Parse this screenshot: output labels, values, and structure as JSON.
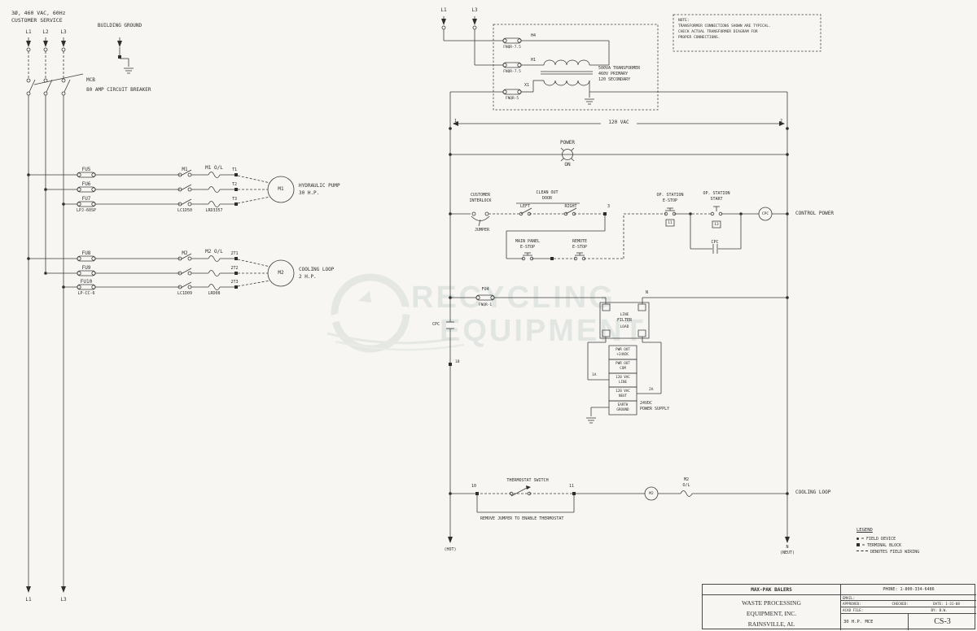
{
  "svc1": "3Ø, 460 VAC, 60Hz",
  "svc2": "CUSTOMER SERVICE",
  "L": [
    "L1",
    "L2",
    "L3"
  ],
  "Lb": [
    "L1",
    "L3"
  ],
  "bg": "BUILDING GROUND",
  "mcb1": "MCB",
  "mcb2": "80 AMP CIRCUIT BREAKER",
  "m1": {
    "f": [
      "FU5",
      "FU6",
      "FU7"
    ],
    "fp": "LPJ-60SP",
    "c": "M1",
    "cp": "LC1D50",
    "o": "M1 O/L",
    "op": "LRD3357",
    "t": [
      "T1",
      "T2",
      "T3"
    ],
    "m": "M1",
    "d1": "HYDRAULIC PUMP",
    "d2": "30 H.P."
  },
  "m2": {
    "f": [
      "FU8",
      "FU9",
      "FU10"
    ],
    "fp": "LP-CC-6",
    "c": "M2",
    "cp": "LC1D09",
    "o": "M2 O/L",
    "op": "LRD08",
    "t": [
      "2T1",
      "2T2",
      "2T3"
    ],
    "m": "M2",
    "d1": "COOLING LOOP",
    "d2": "2 H.P."
  },
  "x": {
    "L1": "L1",
    "L3": "L3",
    "f1": "FNQR-7.5",
    "f2": "FNQR-7.5",
    "f3": "FNQR-5",
    "h4": "H4",
    "h1": "H1",
    "x1": "X1",
    "n1": "500VA TRANSFORMER",
    "n2": "460V PRIMARY",
    "n3": "120 SECONDARY"
  },
  "note": [
    "NOTE:",
    "TRANSFORMER CONNECTIONS SHOWN ARE TYPICAL.",
    "CHECK ACTUAL TRANSFORMER DIAGRAM FOR",
    "PROPER CONNECTIONS."
  ],
  "bus": "120 VAC",
  "t1": "1",
  "t2": "2",
  "pl1": "POWER",
  "pl2": "ON",
  "r2": {
    "ci1": "CUSTOMER",
    "ci2": "INTERLOCK",
    "j": "JUMPER",
    "cd1": "CLEAN OUT",
    "cd2": "DOOR",
    "lft": "LEFT",
    "rgt": "RIGHT",
    "t3": "3",
    "e1a": "MAIN PANEL",
    "e1b": "E-STOP",
    "e2a": "REMOTE",
    "e2b": "E-STOP",
    "o1a": "OP. STATION",
    "o1b": "E-STOP",
    "o1t": "11",
    "o2a": "OP. STATION",
    "o2b": "START",
    "o2t": "13",
    "hc": "CPC",
    "coil": "CPC",
    "lab": "CONTROL POWER"
  },
  "r3": {
    "f": "FU4",
    "fp": "FNQR-1",
    "n": "N",
    "bl": "LINE",
    "bm": "FILTER",
    "bo": "LOAD",
    "w1": "1A",
    "w2": "2A",
    "rows": [
      [
        "PWR OUT",
        "+24VDC"
      ],
      [
        "PWR OUT",
        "COM"
      ],
      [
        "120 VAC",
        "LINE"
      ],
      [
        "120 VAC",
        "NEUT"
      ],
      [
        "EARTH",
        "GROUND"
      ]
    ],
    "ps1": "24VDC",
    "ps2": "POWER SUPPLY"
  },
  "rail": {
    "cpc": "CPC",
    "tb": "1B",
    "hot": "(HOT)",
    "n": "N",
    "neut": "(NEUT)"
  },
  "r4": {
    "ta": "10",
    "tb": "11",
    "th": "THERMOSTAT SWITCH",
    "coil": "M2",
    "o1": "M2",
    "o2": "O/L",
    "note": "REMOVE JUMPER TO ENABLE THERMOSTAT",
    "lab": "COOLING LOOP"
  },
  "leg": {
    "t": "LEGEND",
    "a": "= FIELD DEVICE",
    "b": "= TERMINAL BLOCK",
    "c": "DENOTES FIELD WIRING"
  },
  "tb": {
    "co": "MAX-PAK BALERS",
    "ph": "PHONE: 1-800-334-6486",
    "o1": "WASTE PROCESSING",
    "o2": "EQUIPMENT, INC.",
    "o3": "RAINSVILLE, AL",
    "em": "EMAIL:",
    "ap": "APPROVED:",
    "ck": "CHECKED:",
    "dt": "DATE: 1-31-08",
    "ac": "ACAD FILE:",
    "by": "BY: B.W.",
    "md": "30 H.P. MCE",
    "dn": "CS-3"
  },
  "wm": {
    "a": "RECYCLING",
    "b": "EQUIPMENT"
  }
}
